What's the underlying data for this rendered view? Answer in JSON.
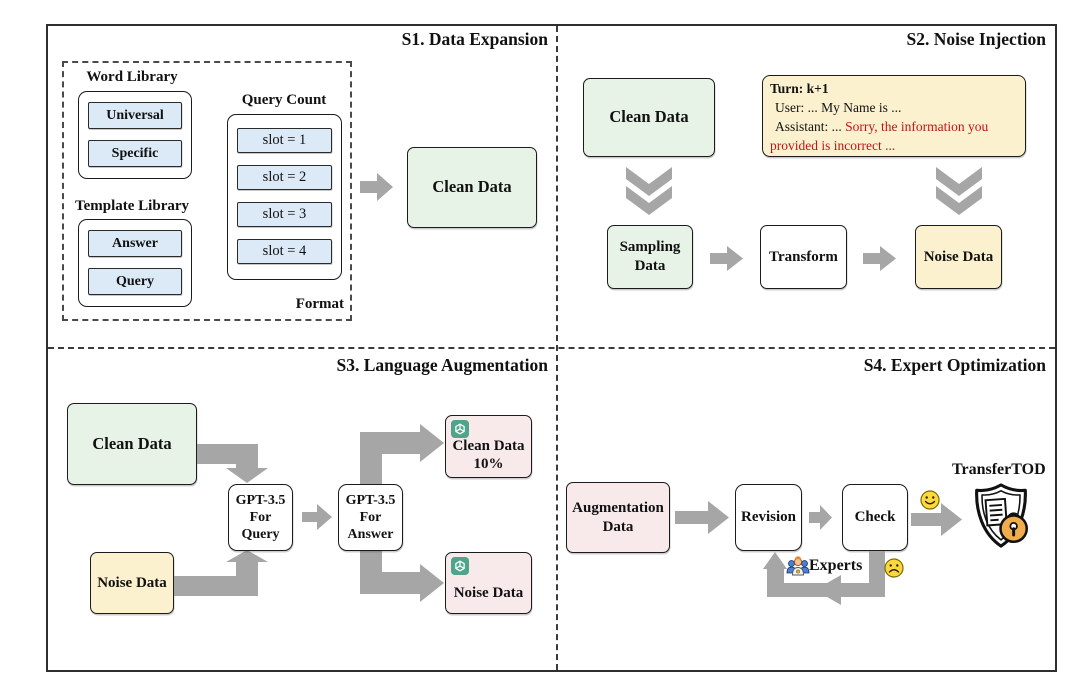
{
  "s1": {
    "title": "S1. Data Expansion",
    "word_library": {
      "label": "Word Library",
      "items": [
        "Universal",
        "Specific"
      ]
    },
    "template_library": {
      "label": "Template Library",
      "items": [
        "Answer",
        "Query"
      ]
    },
    "query_count": {
      "label": "Query Count",
      "slots": [
        "slot = 1",
        "slot = 2",
        "slot = 3",
        "slot = 4"
      ]
    },
    "format_label": "Format",
    "clean_data": "Clean Data"
  },
  "s2": {
    "title": "S2. Noise Injection",
    "clean_data": "Clean Data",
    "dialogue": {
      "turn": "Turn: k+1",
      "user_line": "User: ... My Name is ...",
      "assistant_prefix": "Assistant: ... ",
      "assistant_error": "Sorry, the information you provided is incorrect  ..."
    },
    "sampling_data": "Sampling Data",
    "transform": "Transform",
    "noise_data": "Noise Data"
  },
  "s3": {
    "title": "S3. Language Augmentation",
    "clean_data": "Clean Data",
    "noise_data": "Noise Data",
    "gpt_query": [
      "GPT-3.5",
      "For",
      "Query"
    ],
    "gpt_answer": [
      "GPT-3.5",
      "For",
      "Answer"
    ],
    "clean_out_line1": "Clean Data",
    "clean_out_line2": "10%",
    "noise_out": "Noise Data"
  },
  "s4": {
    "title": "S4. Expert Optimization",
    "augmentation_data": "Augmentation Data",
    "revision": "Revision",
    "check": "Check",
    "experts": "Experts",
    "product": "TransferTOD"
  },
  "icons": {
    "openai": "openai-logo-icon",
    "experts_group": "experts-group-icon",
    "happy": "happy-face-icon",
    "sad": "sad-face-icon",
    "shield": "transfertod-shield-icon"
  },
  "colors": {
    "clean_green": "#E8F3E8",
    "noise_yellow": "#FCF1CF",
    "augment_pink": "#F8EAEA",
    "slot_blue": "#DCE9F7",
    "arrow_gray": "#A6A6A6",
    "error_red": "#C31414",
    "openai_teal": "#4FA58C",
    "lock_orange": "#F0AD4E"
  }
}
